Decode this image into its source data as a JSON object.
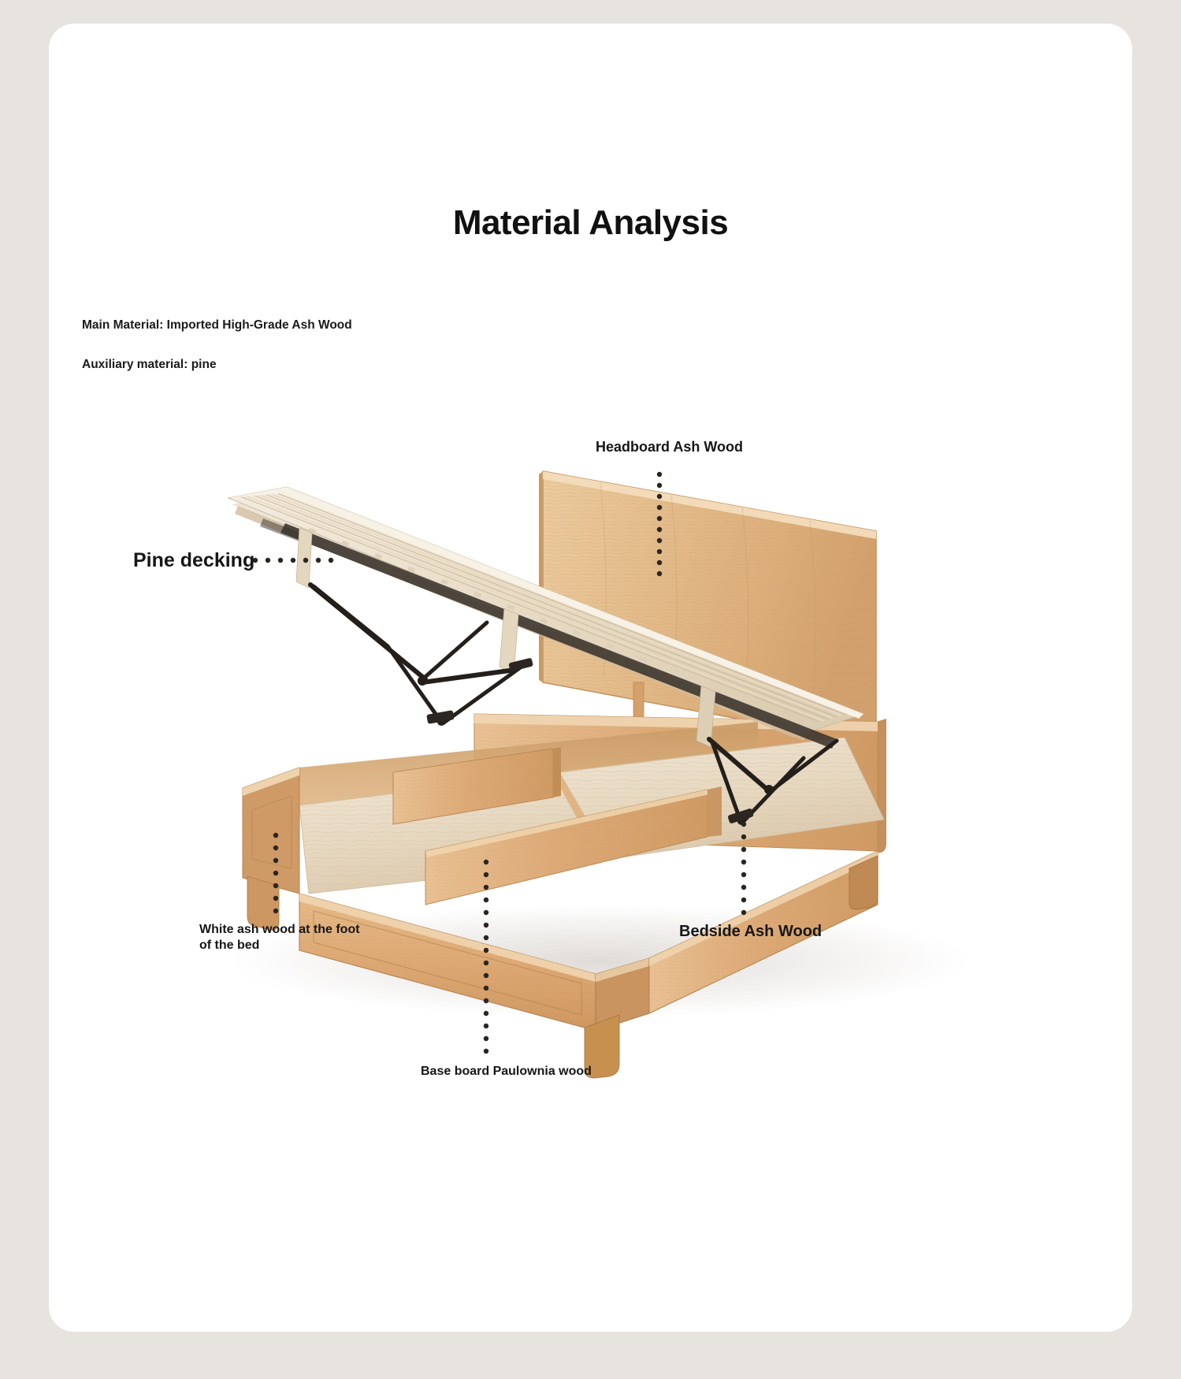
{
  "page": {
    "background_color": "#e7e3df",
    "card_color": "#ffffff",
    "title": "Material Analysis"
  },
  "materials": {
    "main": "Main Material: Imported High-Grade Ash Wood",
    "auxiliary": "Auxiliary material: pine"
  },
  "callouts": {
    "headboard": "Headboard Ash Wood",
    "pine_decking": "Pine decking",
    "foot_ash": "White ash wood at the foot of the bed",
    "base_board": "Base board Paulownia wood",
    "bedside": "Bedside Ash Wood"
  },
  "illustration": {
    "subject": "storage-bed-with-lift-up-slat-deck",
    "colors": {
      "ash_light": "#e4b581",
      "ash_mid": "#d9a670",
      "ash_dark": "#c08e56",
      "ash_shadow": "#a97844",
      "pine_slat": "#e8dac4",
      "pine_slat_light": "#f2e8d8",
      "paulownia": "#e9ddc8",
      "paulownia_shade": "#ddceb5",
      "metal": "#2e2a26",
      "dot": "#2b2520"
    }
  }
}
